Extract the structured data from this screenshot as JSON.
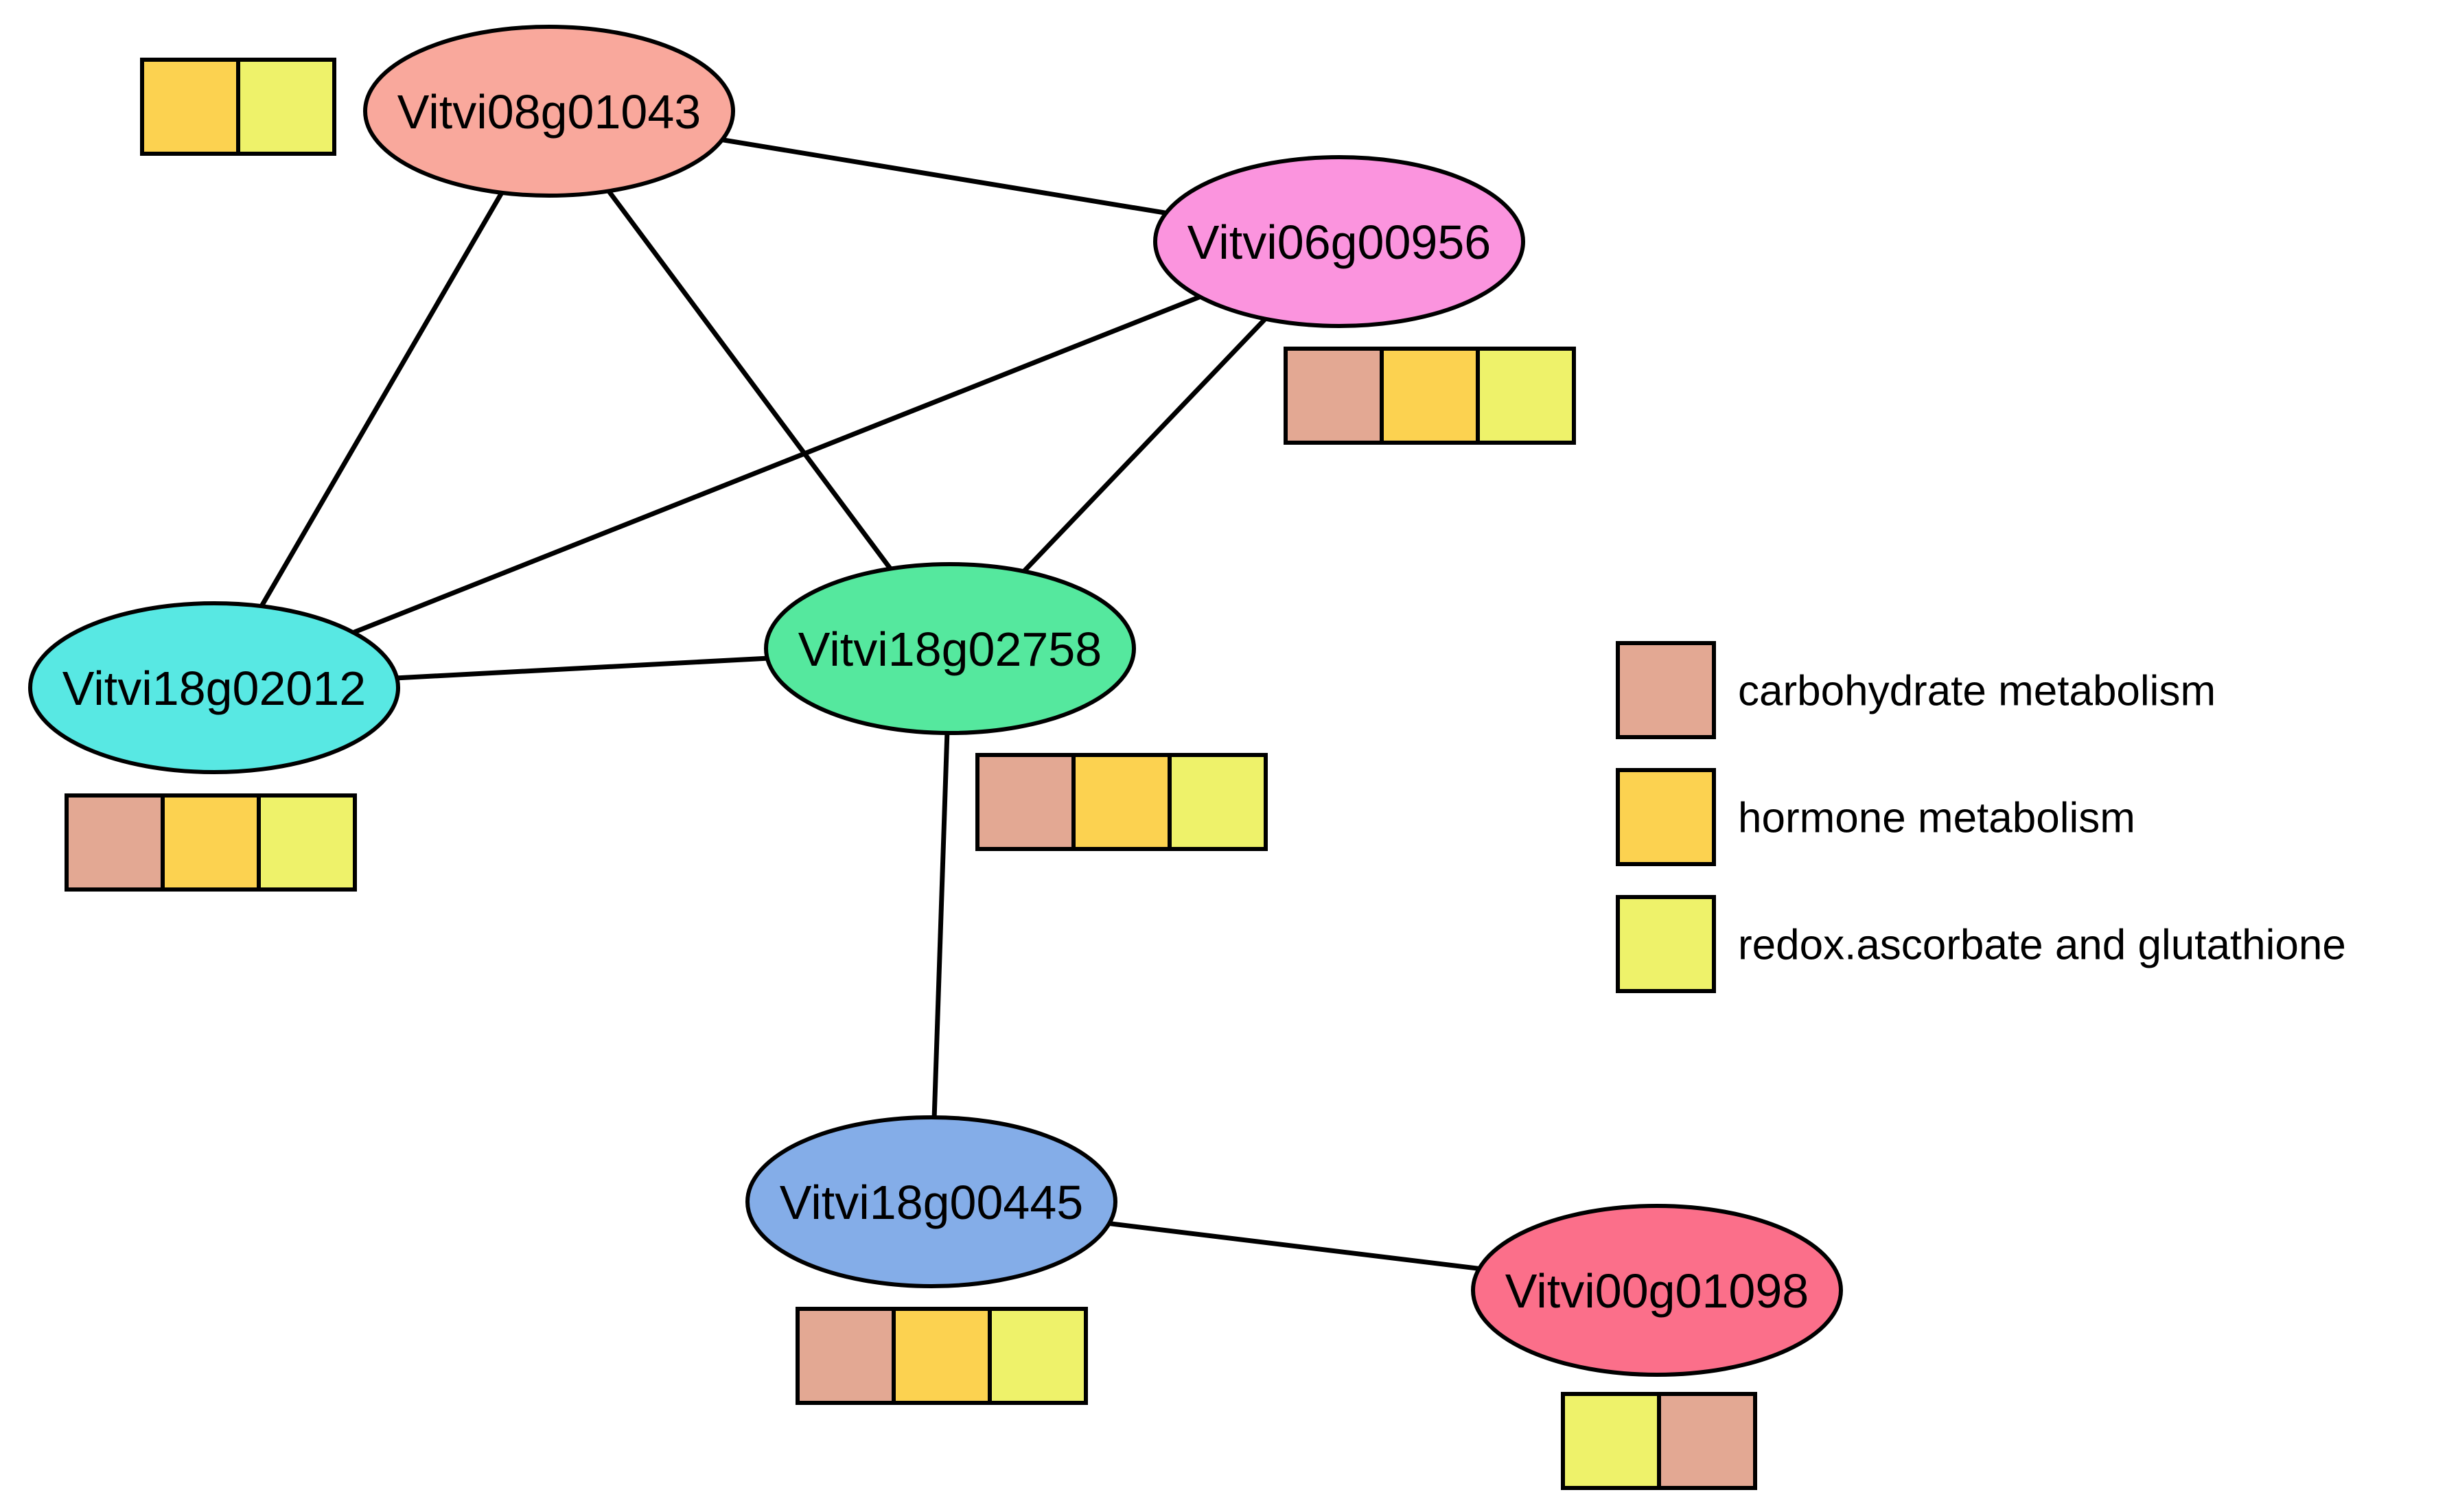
{
  "categories": [
    {
      "id": "carb",
      "label": "carbohydrate metabolism",
      "color": "#e3a893"
    },
    {
      "id": "hormone",
      "label": "hormone metabolism",
      "color": "#fcd250"
    },
    {
      "id": "redox",
      "label": "redox.ascorbate and glutathione",
      "color": "#eef26a"
    }
  ],
  "nodes": [
    {
      "id": "n1",
      "label": "Vitvi08g01043",
      "color": "#f9a89c",
      "categories": [
        "hormone",
        "redox"
      ]
    },
    {
      "id": "n2",
      "label": "Vitvi06g00956",
      "color": "#fb94de",
      "categories": [
        "carb",
        "hormone",
        "redox"
      ]
    },
    {
      "id": "n3",
      "label": "Vitvi18g02012",
      "color": "#58e8e3",
      "categories": [
        "carb",
        "hormone",
        "redox"
      ]
    },
    {
      "id": "n4",
      "label": "Vitvi18g02758",
      "color": "#55e89e",
      "categories": [
        "carb",
        "hormone",
        "redox"
      ]
    },
    {
      "id": "n5",
      "label": "Vitvi18g00445",
      "color": "#84ade8",
      "categories": [
        "carb",
        "hormone",
        "redox"
      ]
    },
    {
      "id": "n6",
      "label": "Vitvi00g01098",
      "color": "#fb6f8a",
      "categories": [
        "redox",
        "carb"
      ]
    }
  ],
  "edges": [
    [
      "n1",
      "n2"
    ],
    [
      "n1",
      "n3"
    ],
    [
      "n1",
      "n4"
    ],
    [
      "n2",
      "n3"
    ],
    [
      "n2",
      "n4"
    ],
    [
      "n3",
      "n4"
    ],
    [
      "n4",
      "n5"
    ],
    [
      "n5",
      "n6"
    ]
  ]
}
